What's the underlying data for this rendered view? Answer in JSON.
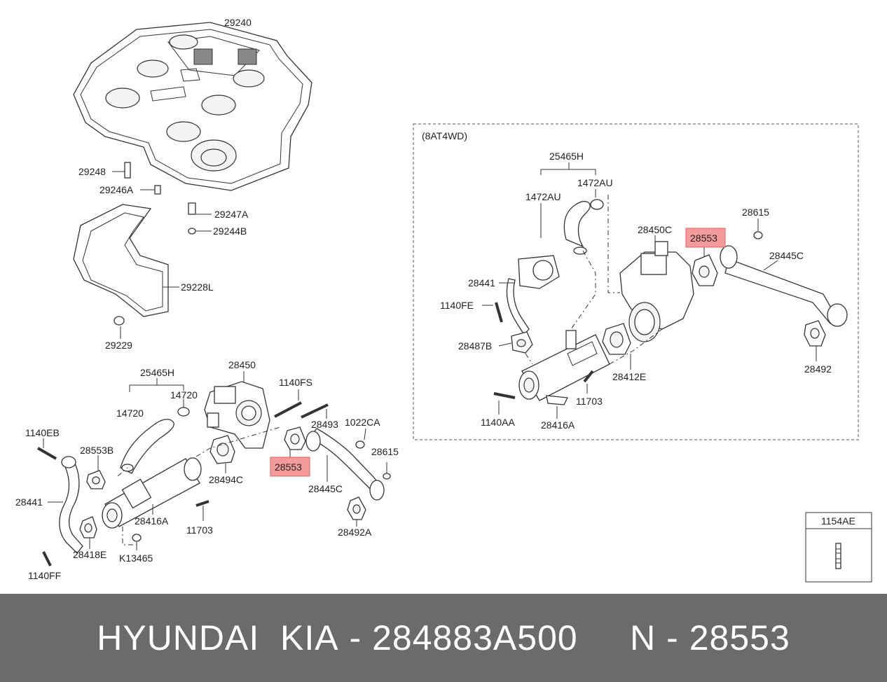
{
  "box_label": "(8AT4WD)",
  "legend_label": "1154AE",
  "left_labels": {
    "p29240": "29240",
    "p29248": "29248",
    "p29246A": "29246A",
    "p29247A": "29247A",
    "p29244B": "29244B",
    "p29228L": "29228L",
    "p29229": "29229",
    "p25465H": "25465H",
    "p28450": "28450",
    "p1140FS": "1140FS",
    "p14720a": "14720",
    "p14720b": "14720",
    "p28493": "28493",
    "p1022CA": "1022CA",
    "p1140EB": "1140EB",
    "p28553B": "28553B",
    "p28553": "28553",
    "p28615": "28615",
    "p28441": "28441",
    "p28494C": "28494C",
    "p28445C": "28445C",
    "p28416A": "28416A",
    "p11703": "11703",
    "p28418E": "28418E",
    "pK13465": "K13465",
    "p28492A": "28492A",
    "p1140FF": "1140FF"
  },
  "right_labels": {
    "p25465H": "25465H",
    "p1472AUa": "1472AU",
    "p1472AUb": "1472AU",
    "p28615": "28615",
    "p28450C": "28450C",
    "p28553": "28553",
    "p28445C": "28445C",
    "p28441": "28441",
    "p1140FE": "1140FE",
    "p28487B": "28487B",
    "p28412E": "28412E",
    "p28492": "28492",
    "p11703": "11703",
    "p1140AA": "1140AA",
    "p28416A": "28416A"
  },
  "highlight_color": "#f59a9a",
  "footer": {
    "brand": "HYUNDAI  KIA",
    "sep1": " - ",
    "part_number": "284883A500",
    "gap": "     ",
    "ref_prefix": "N",
    "sep2": " - ",
    "ref_number": "28553"
  }
}
